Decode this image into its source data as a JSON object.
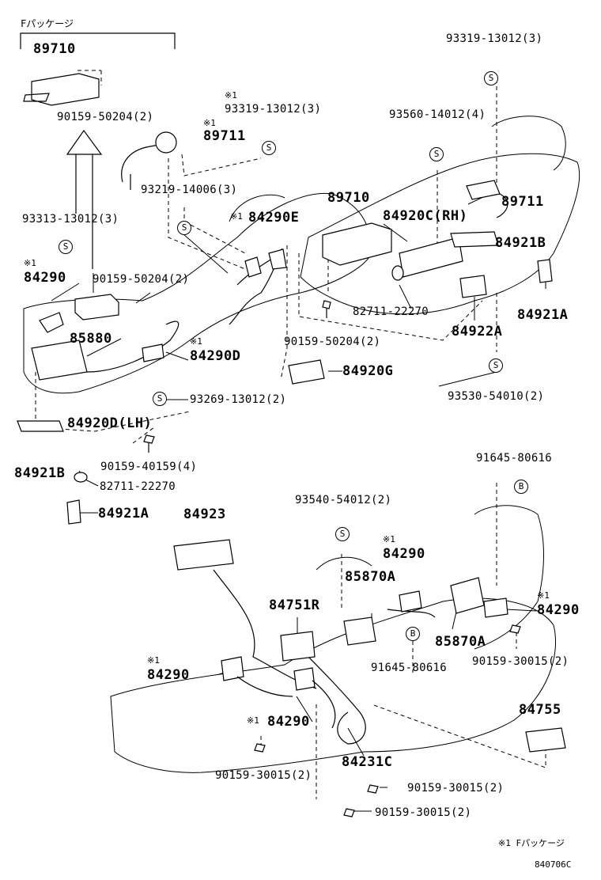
{
  "header_pkg": "Fパッケージ",
  "footnote": "※1 Fパッケージ",
  "diagram_code": "840706C",
  "mark_symbol": "※1",
  "symbol_s": "S",
  "symbol_b": "B",
  "parts": {
    "p89710_top": "89710",
    "p90159_50204_top": "90159-50204(2)",
    "p93319_13012_a": "93319-13012(3)",
    "p89711_left": "89711",
    "p93219_14006": "93219-14006(3)",
    "p93313_13012": "93313-13012(3)",
    "p84290_left": "84290",
    "p90159_50204_mid": "90159-50204(2)",
    "p85880": "85880",
    "p84290e": "84290E",
    "p89710_mid": "89710",
    "p84290d": "84290D",
    "p93269_13012": "93269-13012(2)",
    "p84920d": "84920D(LH)",
    "p90159_40159": "90159-40159(4)",
    "p84921b_left": "84921B",
    "p82711_left": "82711-22270",
    "p84921a_left": "84921A",
    "p93319_13012_b": "93319-13012(3)",
    "p93560_14012": "93560-14012(4)",
    "p89711_right": "89711",
    "p84920c": "84920C(RH)",
    "p84921b_right": "84921B",
    "p84921a_right": "84921A",
    "p82711_right": "82711-22270",
    "p84922a": "84922A",
    "p90159_50204_low": "90159-50204(2)",
    "p84920g": "84920G",
    "p93530_54010": "93530-54010(2)",
    "p91645_top": "91645-80616",
    "p93540_54012": "93540-54012(2)",
    "p84923": "84923",
    "p84290_c1": "84290",
    "p85870a_a": "85870A",
    "p84751r": "84751R",
    "p84290_c2": "84290",
    "p85870a_b": "85870A",
    "p90159_30015_a": "90159-30015(2)",
    "p91645_mid": "91645-80616",
    "p84290_lowleft": "84290",
    "p84290_lowmid": "84290",
    "p84231c": "84231C",
    "p84755": "84755",
    "p90159_30015_b": "90159-30015(2)",
    "p90159_30015_c": "90159-30015(2)",
    "p90159_30015_d": "90159-30015(2)"
  }
}
